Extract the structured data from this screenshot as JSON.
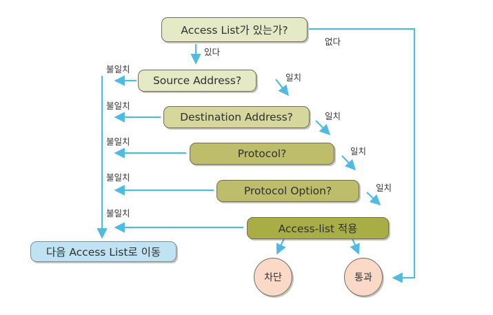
{
  "nodes": {
    "acl_exists": "Access List가 있는가?",
    "source": "Source Address?",
    "destination": "Destination Address?",
    "protocol": "Protocol?",
    "option": "Protocol Option?",
    "apply": "Access-list 적용",
    "next": "다음 Access List로 이동",
    "deny": "차단",
    "permit": "통과"
  },
  "labels": {
    "yes": "있다",
    "no": "없다",
    "match": "일치",
    "mismatch": "불일치"
  },
  "colors": {
    "arrow": "#4fbbe0",
    "pale_green": "#e4e9c6",
    "light_olive": "#d6d79c",
    "olive": "#bdbd6c",
    "dark_olive": "#a8ae45",
    "blue_box": "#bfe3f2",
    "circle": "#fbd9c9"
  }
}
